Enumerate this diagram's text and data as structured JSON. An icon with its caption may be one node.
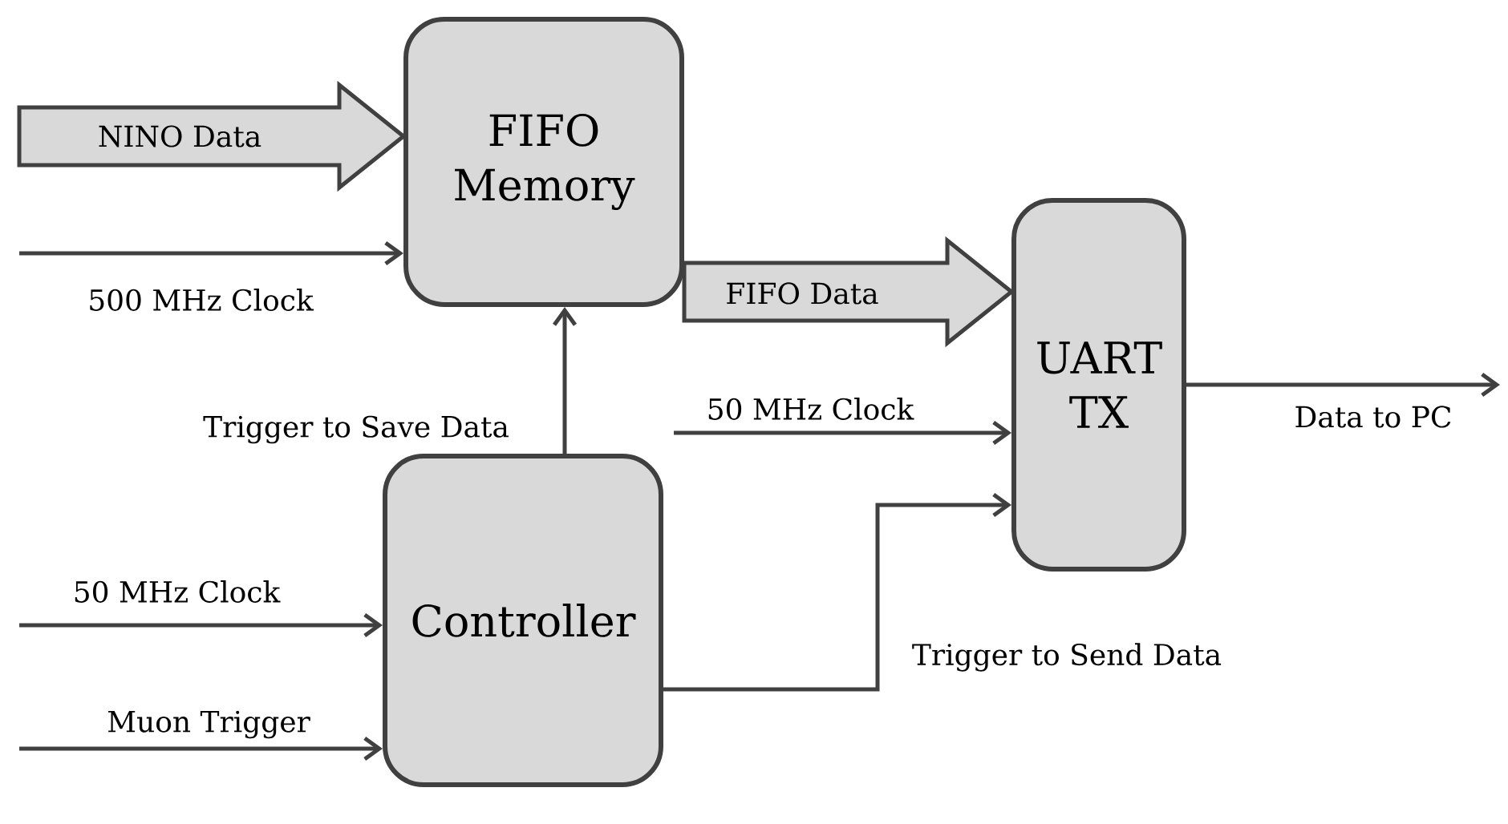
{
  "diagram": {
    "nodes": [
      {
        "text": [
          "FIFO Memory"
        ]
      },
      {
        "text": [
          "UART TX"
        ]
      },
      {
        "text": [
          "Controller"
        ]
      }
    ],
    "edges": [
      {
        "from": null,
        "to": 0,
        "arrow": "to",
        "style": "thick",
        "label": "NINO Data"
      },
      {
        "from": null,
        "to": 0,
        "arrow": "to",
        "label": "500 MHz Clock"
      },
      {
        "from": 0,
        "to": 1,
        "arrow": "to",
        "style": "thick",
        "label": "FIFO Data"
      },
      {
        "from": 2,
        "to": 0,
        "arrow": "to",
        "label": "Trigger to Save Data"
      },
      {
        "from": null,
        "to": 2,
        "arrow": "to",
        "label": "50 MHz Clock"
      },
      {
        "from": null,
        "to": 2,
        "arrow": "to",
        "label": "Muon Trigger"
      },
      {
        "from": null,
        "to": 1,
        "arrow": "to",
        "label": "50 MHz Clock"
      },
      {
        "from": 2,
        "to": 1,
        "arrow": "to",
        "label": "Trigger to Send Data"
      },
      {
        "from": 1,
        "to": null,
        "arrow": "to",
        "label": "Data to PC"
      }
    ]
  }
}
